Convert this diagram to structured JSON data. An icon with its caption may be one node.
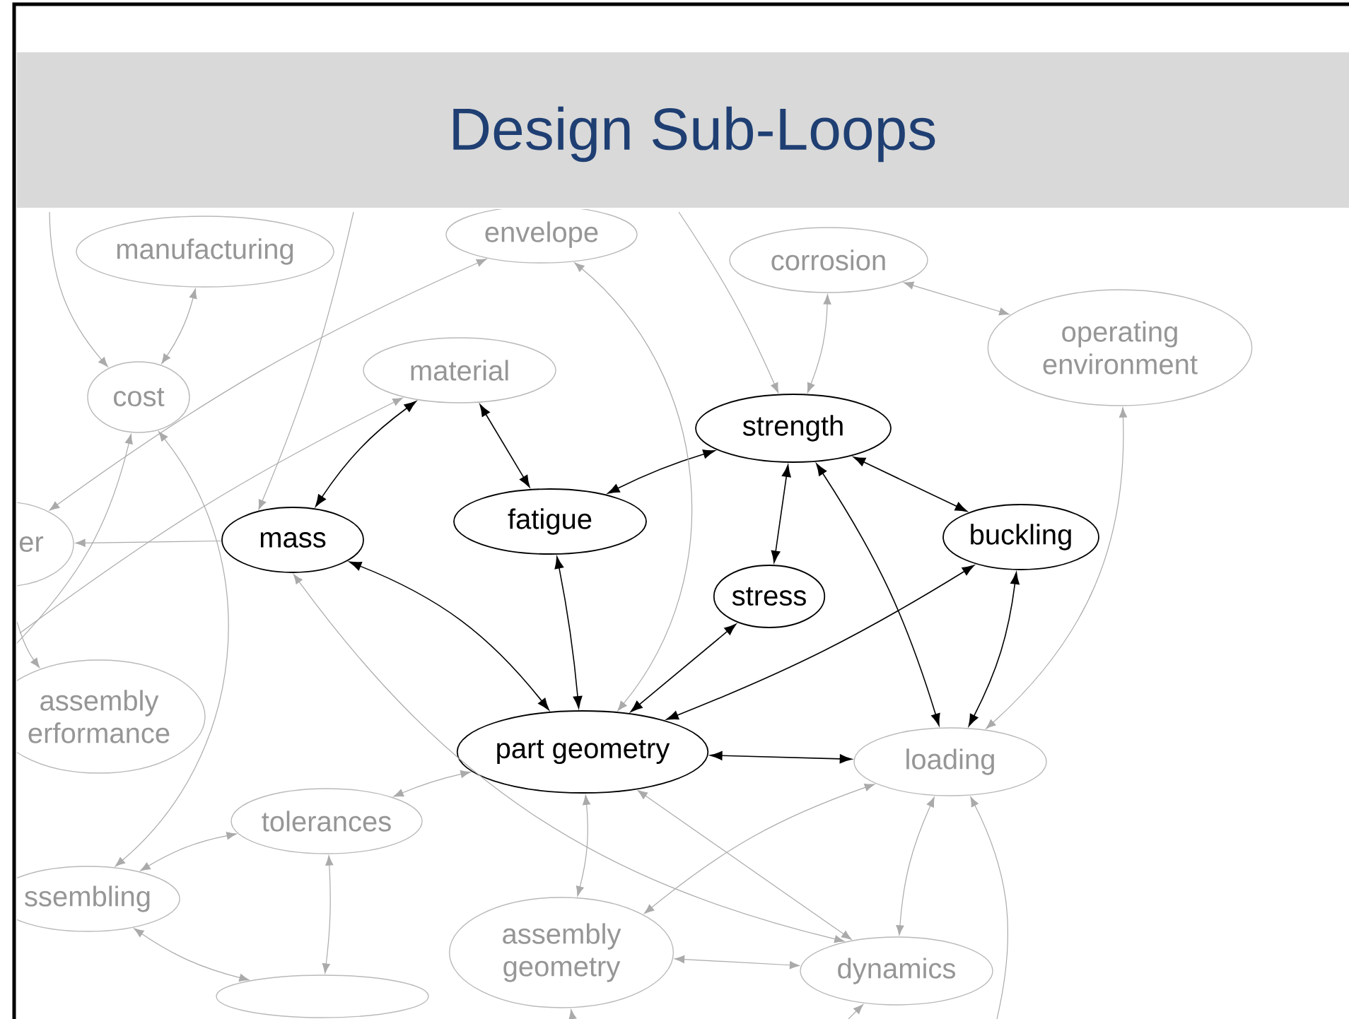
{
  "diagram": {
    "title": "Design Sub-Loops",
    "nodes": [
      {
        "text": [
          "manufacturing"
        ]
      },
      {
        "text": [
          "envelope"
        ]
      },
      {
        "text": [
          "corrosion"
        ]
      },
      {
        "text": [
          "cost"
        ]
      },
      {
        "text": [
          "material"
        ]
      },
      {
        "text": [
          "operating environment"
        ]
      },
      {
        "text": [
          "strength"
        ]
      },
      {
        "text": [
          "er"
        ]
      },
      {
        "text": [
          "mass"
        ]
      },
      {
        "text": [
          "fatigue"
        ]
      },
      {
        "text": [
          "buckling"
        ]
      },
      {
        "text": [
          "stress"
        ]
      },
      {
        "text": [
          "assembly erformance"
        ]
      },
      {
        "text": [
          "part geometry"
        ]
      },
      {
        "text": [
          "loading"
        ]
      },
      {
        "text": [
          "tolerances"
        ]
      },
      {
        "text": [
          "ssembling"
        ]
      },
      {
        "text": [
          "assembly geometry"
        ]
      },
      {
        "text": [
          "dynamics"
        ]
      },
      {
        "text": [],
        "shape": "ellipse"
      }
    ],
    "edges": [
      {
        "from": 8,
        "to": 4,
        "arrow": "both",
        "color": "#000000"
      },
      {
        "from": 4,
        "to": 9,
        "arrow": "both",
        "color": "#000000"
      },
      {
        "from": 9,
        "to": 6,
        "arrow": "both",
        "color": "#000000"
      },
      {
        "from": 6,
        "to": 11,
        "arrow": "both",
        "color": "#000000"
      },
      {
        "from": 6,
        "to": 10,
        "arrow": "both",
        "color": "#000000"
      },
      {
        "from": 6,
        "to": 14,
        "arrow": "both",
        "color": "#000000"
      },
      {
        "from": 10,
        "to": 14,
        "arrow": "both",
        "color": "#000000"
      },
      {
        "from": 8,
        "to": 13,
        "arrow": "both",
        "color": "#000000"
      },
      {
        "from": 9,
        "to": 13,
        "arrow": "both",
        "color": "#000000"
      },
      {
        "from": 11,
        "to": 13,
        "arrow": "both",
        "color": "#000000"
      },
      {
        "from": 10,
        "to": 13,
        "arrow": "both",
        "color": "#000000"
      },
      {
        "from": 13,
        "to": 14,
        "arrow": "both",
        "color": "#000000"
      },
      {
        "from": 0,
        "to": 3,
        "arrow": "both"
      },
      {
        "from": null,
        "to": 3,
        "arrow": "to"
      },
      {
        "from": null,
        "to": 3,
        "arrow": "to"
      },
      {
        "from": 7,
        "to": 1,
        "arrow": "both"
      },
      {
        "from": 8,
        "to": 7,
        "arrow": "to"
      },
      {
        "from": null,
        "to": 8,
        "arrow": "to"
      },
      {
        "from": 1,
        "to": 13,
        "arrow": "both"
      },
      {
        "from": null,
        "to": 4,
        "arrow": "to"
      },
      {
        "from": null,
        "to": 6,
        "arrow": "to"
      },
      {
        "from": 2,
        "to": 6,
        "arrow": "both"
      },
      {
        "from": 2,
        "to": 5,
        "arrow": "both"
      },
      {
        "from": 5,
        "to": 14,
        "arrow": "both"
      },
      {
        "from": null,
        "to": 12,
        "arrow": "to"
      },
      {
        "from": 3,
        "to": 16,
        "arrow": "both"
      },
      {
        "from": 16,
        "to": 15,
        "arrow": "both"
      },
      {
        "from": 15,
        "to": 13,
        "arrow": "both"
      },
      {
        "from": 15,
        "to": 19,
        "arrow": "both"
      },
      {
        "from": 16,
        "to": 19,
        "arrow": "both"
      },
      {
        "from": 13,
        "to": 17,
        "arrow": "both"
      },
      {
        "from": 13,
        "to": 18,
        "arrow": "both"
      },
      {
        "from": 8,
        "to": 18,
        "arrow": "both"
      },
      {
        "from": 14,
        "to": 18,
        "arrow": "both"
      },
      {
        "from": 17,
        "to": 14,
        "arrow": "both"
      },
      {
        "from": 17,
        "to": 18,
        "arrow": "both"
      },
      {
        "from": null,
        "to": 14,
        "arrow": "to"
      },
      {
        "from": null,
        "to": 18,
        "arrow": "to"
      },
      {
        "from": null,
        "to": 17,
        "arrow": "to"
      }
    ]
  }
}
